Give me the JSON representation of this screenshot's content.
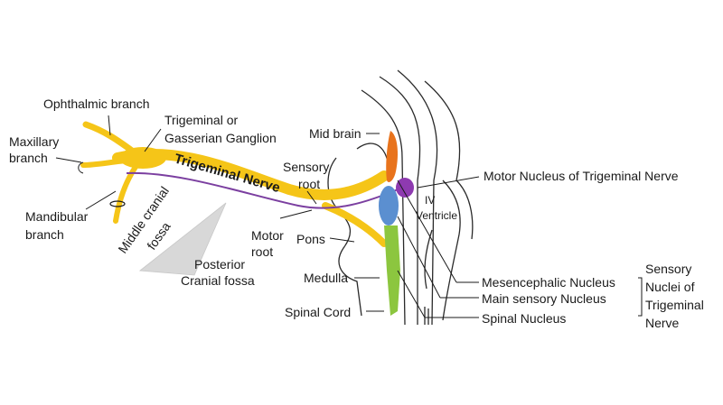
{
  "labels": {
    "ophthalmic": "Ophthalmic branch",
    "maxillary_1": "Maxillary",
    "maxillary_2": "branch",
    "mandibular_1": "Mandibular",
    "mandibular_2": "branch",
    "ganglion_1": "Trigeminal or",
    "ganglion_2": "Gasserian Ganglion",
    "trigeminal_nerve": "Trigeminal Nerve",
    "middle_fossa_1": "Middle cranial",
    "middle_fossa_2": "fossa",
    "posterior_fossa_1": "Posterior",
    "posterior_fossa_2": "Cranial fossa",
    "motor_root_1": "Motor",
    "motor_root_2": "root",
    "sensory_root_1": "Sensory",
    "sensory_root_2": "root",
    "mid_brain": "Mid brain",
    "pons": "Pons",
    "medulla": "Medulla",
    "spinal_cord": "Spinal Cord",
    "motor_nucleus": "Motor Nucleus of Trigeminal Nerve",
    "ventricle_1": "IV",
    "ventricle_2": "Ventricle",
    "mesencephalic": "Mesencephalic Nucleus",
    "main_sensory": "Main sensory Nucleus",
    "spinal_nucleus": "Spinal Nucleus",
    "sensory_nuclei_1": "Sensory",
    "sensory_nuclei_2": "Nuclei of",
    "sensory_nuclei_3": "Trigeminal",
    "sensory_nuclei_4": "Nerve"
  },
  "colors": {
    "nerve": "#f5c518",
    "motor_root": "#7b3fa0",
    "mesencephalic_nucleus": "#e8731c",
    "main_sensory_nucleus": "#5b8fd0",
    "spinal_nucleus": "#8cc63f",
    "motor_nucleus": "#8e3ab0",
    "fossa": "#d8d8d8"
  }
}
